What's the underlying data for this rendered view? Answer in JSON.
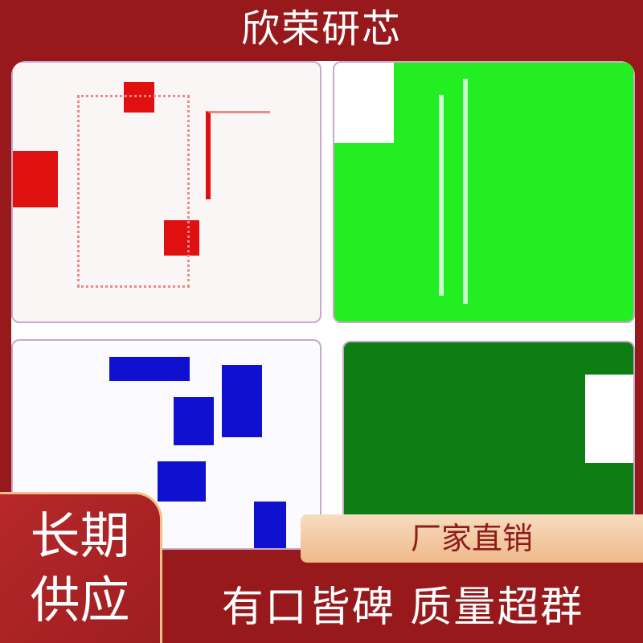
{
  "header": {
    "title": "欣荣研芯"
  },
  "badges": {
    "left": [
      "长期",
      "供应"
    ],
    "tag": "厂家直销",
    "slogan": "有口皆碑 质量超群"
  },
  "colors": {
    "background": "#97191b",
    "accent": "#f0c089",
    "pcb_red": "#e01010",
    "pcb_lime": "#22ee22",
    "pcb_blue": "#1010d0",
    "pcb_green": "#0d7d14"
  }
}
